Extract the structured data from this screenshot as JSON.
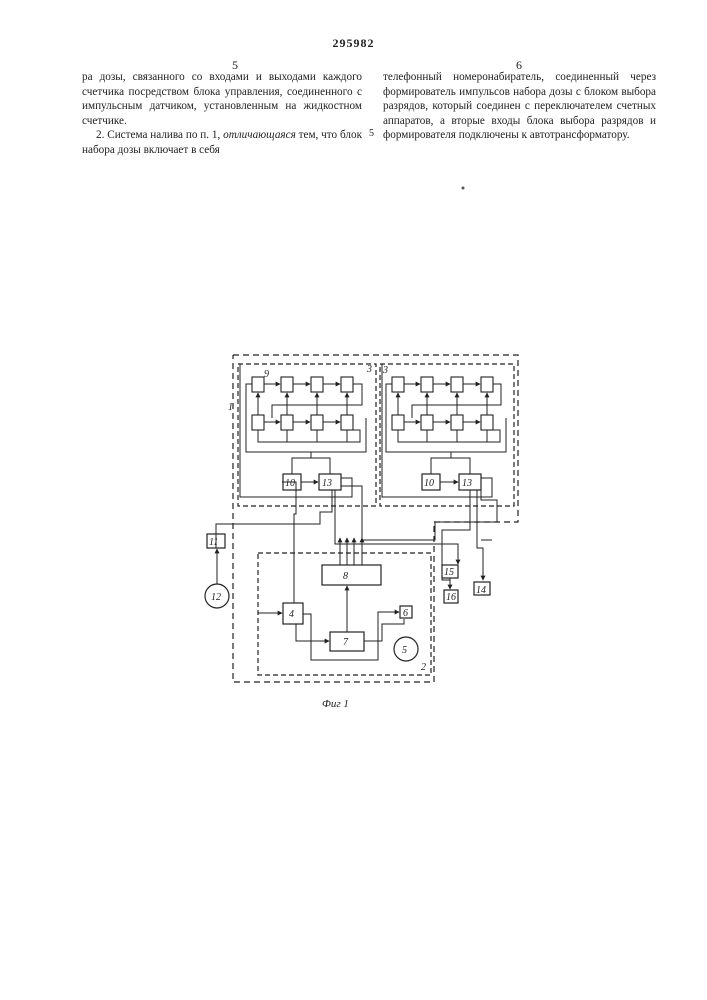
{
  "header": {
    "patent_number": "295982",
    "left_column_number": "5",
    "right_column_number": "6"
  },
  "left_column": {
    "paragraph1": "ра дозы, связанного со входами и выходами каждого счетчика посредством блока управления, соединенного с импульсным датчиком, установленным на жидкостном счетчике.",
    "paragraph2_start": "2. Система налива по п. 1, ",
    "paragraph2_emph": "отличающаяся",
    "paragraph2_end": " тем, что блок набора дозы включает в себя"
  },
  "right_column": {
    "text": "телефонный номеронабиратель, соединенный через формирователь импульсов набора дозы с блоком выбора разрядов, который соединен с переключателем счетных аппаратов, а вторые входы блока выбора разрядов и формирователя подключены к автотрансформатору."
  },
  "line_marker": "5",
  "figure": {
    "caption": "Фиг 1",
    "labels": {
      "l1": "1",
      "l2": "2",
      "l3a": "3",
      "l3b": "3",
      "l4": "4",
      "l5": "5",
      "l6": "6",
      "l7": "7",
      "l8": "8",
      "l9": "9",
      "l10a": "10",
      "l10b": "10",
      "l11": "11",
      "l12": "12",
      "l13a": "13",
      "l13b": "13",
      "l14": "14",
      "l15": "15",
      "l16": "16"
    }
  }
}
